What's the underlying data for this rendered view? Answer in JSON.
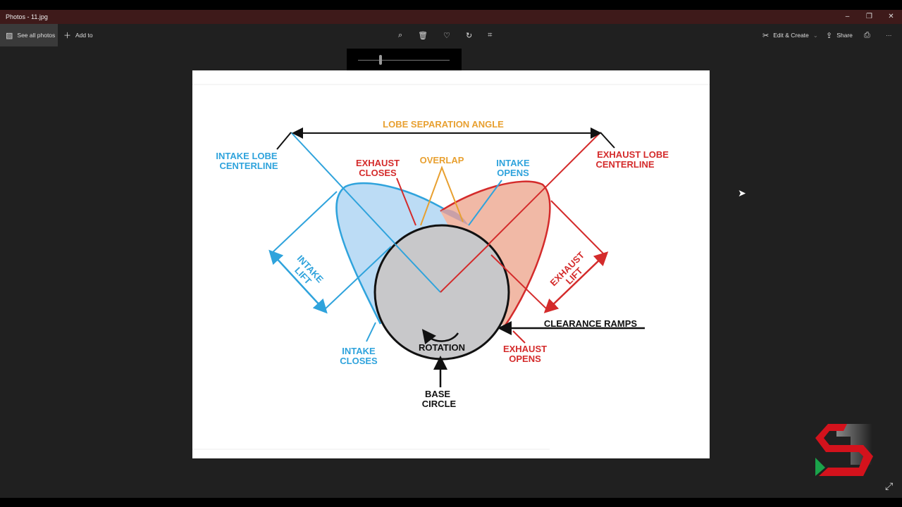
{
  "window": {
    "title": "Photos - 11.jpg",
    "minimize": "–",
    "restore": "❐",
    "close": "✕"
  },
  "toolbar": {
    "see_all": "See all photos",
    "add_to": "Add to",
    "edit_create": "Edit & Create",
    "share": "Share",
    "more": "···"
  },
  "zoom": {
    "value": 0.25
  },
  "diagram": {
    "lsa": "LOBE SEPARATION ANGLE",
    "intake_cl": [
      "INTAKE LOBE",
      "CENTERLINE"
    ],
    "exhaust_cl": [
      "EXHAUST LOBE",
      "CENTERLINE"
    ],
    "exhaust_closes": [
      "EXHAUST",
      "CLOSES"
    ],
    "overlap": "OVERLAP",
    "intake_opens": [
      "INTAKE",
      "OPENS"
    ],
    "intake_lift": [
      "INTAKE",
      "LIFT"
    ],
    "exhaust_lift": [
      "EXHAUST",
      "LIFT"
    ],
    "clearance": "CLEARANCE RAMPS",
    "rotation": "ROTATION",
    "intake_closes": [
      "INTAKE",
      "CLOSES"
    ],
    "exhaust_opens": [
      "EXHAUST",
      "OPENS"
    ],
    "base_circle": [
      "BASE",
      "CIRCLE"
    ]
  },
  "colors": {
    "intake": "#2fa3dc",
    "exhaust": "#d42b2b",
    "overlap": "#e8a030",
    "titlebar": "#3e1a1a"
  }
}
